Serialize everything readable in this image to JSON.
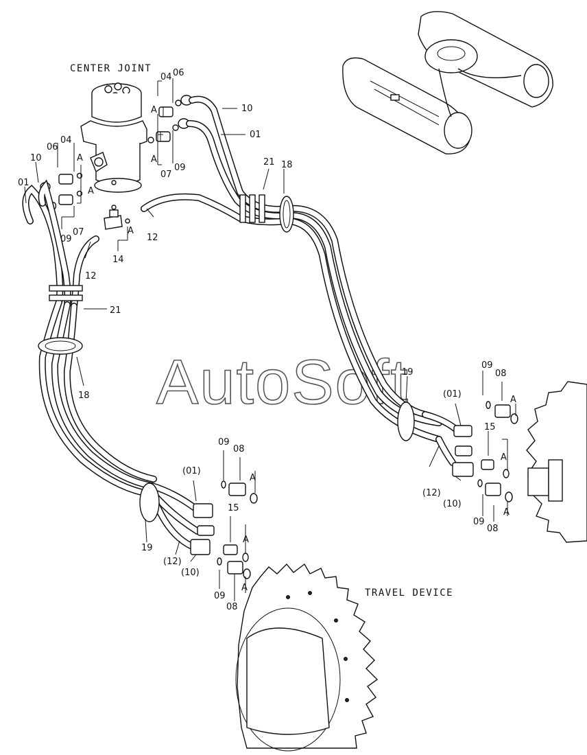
{
  "titles": {
    "center_joint": "CENTER JOINT",
    "travel_device": "TRAVEL DEVICE"
  },
  "watermark": "AutoSoft",
  "callouts": {
    "cj_04_top": "04",
    "cj_06_top": "06",
    "cj_a_top": "A",
    "cj_10_top": "10",
    "cj_01_top": "01",
    "cj_a_mid": "A",
    "cj_07_mid": "07",
    "cj_09_mid": "09",
    "cj_06_left": "06",
    "cj_04_left": "04",
    "cj_10_left": "10",
    "cj_01_left": "01",
    "cj_a_left": "A",
    "cj_09_left": "09",
    "cj_07_left": "07",
    "tee_12_upper": "12",
    "tee_a": "A",
    "tee_14": "14",
    "hose_12_left": "12",
    "clamp_21_right": "21",
    "clamp_18_right": "18",
    "clamp_21_left": "21",
    "clamp_18_left": "18",
    "r_09": "09",
    "r_08": "08",
    "r_a_top": "A",
    "r_01": "(01)",
    "r_19": "19",
    "r_15": "15",
    "r_a_mid": "A",
    "r_12": "(12)",
    "r_10": "(10)",
    "r_09_bot": "09",
    "r_08_bot": "08",
    "r_a_bot": "A",
    "b_09": "09",
    "b_08": "08",
    "b_a_top": "A",
    "b_01": "(01)",
    "b_19": "19",
    "b_15": "15",
    "b_a_mid": "A",
    "b_12": "(12)",
    "b_10": "(10)",
    "b_a_bot": "A",
    "b_09_bot": "09",
    "b_08_bot": "08"
  }
}
